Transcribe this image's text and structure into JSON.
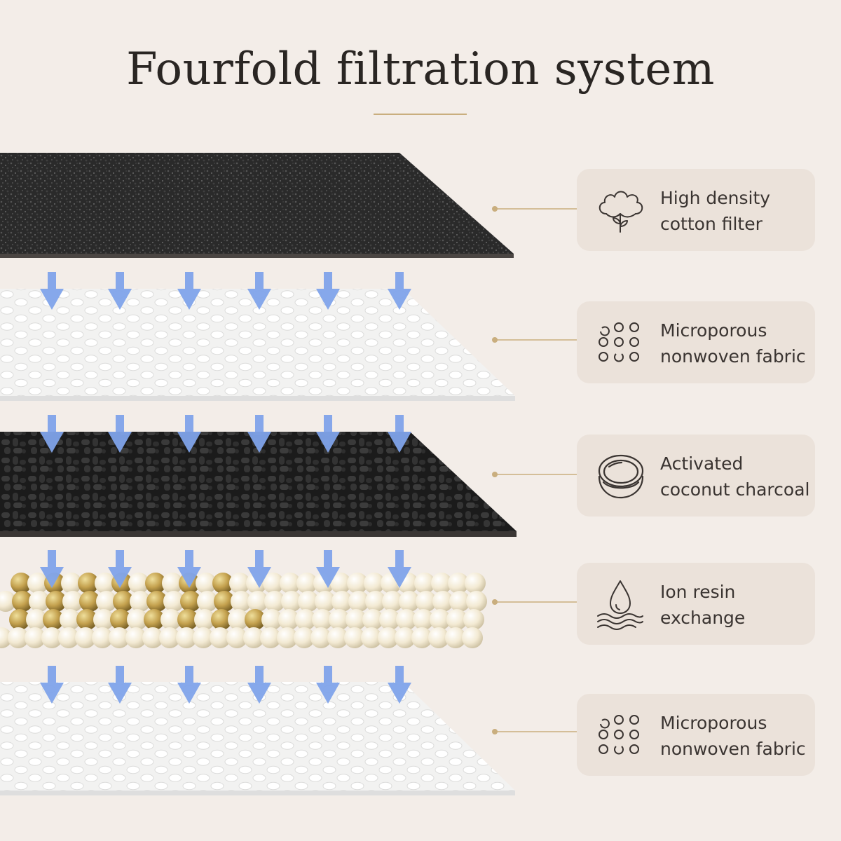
{
  "title": "Fourfold filtration system",
  "colors": {
    "background": "#f3ede8",
    "card": "#ebe2da",
    "accent_gold": "#c9ae7e",
    "arrow_blue": "#7fa3ea",
    "charcoal": "#1f1f1f",
    "fabric": "#f4f4f3"
  },
  "layers": [
    {
      "kind": "cotton",
      "icon": "cotton-flower-icon",
      "line1": "High density",
      "line2": "cotton filter"
    },
    {
      "kind": "fabric",
      "icon": "microporous-dots-icon",
      "line1": "Microporous",
      "line2": "nonwoven fabric"
    },
    {
      "kind": "charcoal",
      "icon": "coconut-icon",
      "line1": "Activated",
      "line2": "coconut charcoal"
    },
    {
      "kind": "resin",
      "icon": "water-drop-icon",
      "line1": "Ion resin",
      "line2": "exchange"
    },
    {
      "kind": "fabric",
      "icon": "microporous-dots-icon",
      "line1": "Microporous",
      "line2": "nonwoven fabric"
    }
  ]
}
